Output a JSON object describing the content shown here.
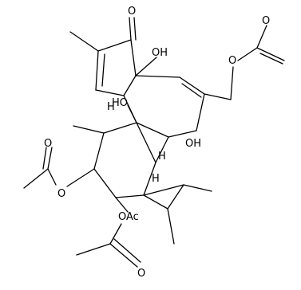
{
  "molecule": {
    "atom_labels": {
      "o_ketone": "O",
      "oh_c4": "OH",
      "o_ester1": "O",
      "o_carbonyl1": "O",
      "oh_c9": "HO",
      "oh_c20": "OH",
      "h_c10": "H",
      "h_c8": "H",
      "h_c14": "H",
      "o_ester2": "O",
      "o_carbonyl2": "O",
      "o_ester3": "O",
      "o_carbonyl3": "O",
      "stereo_text": "Ac"
    }
  }
}
